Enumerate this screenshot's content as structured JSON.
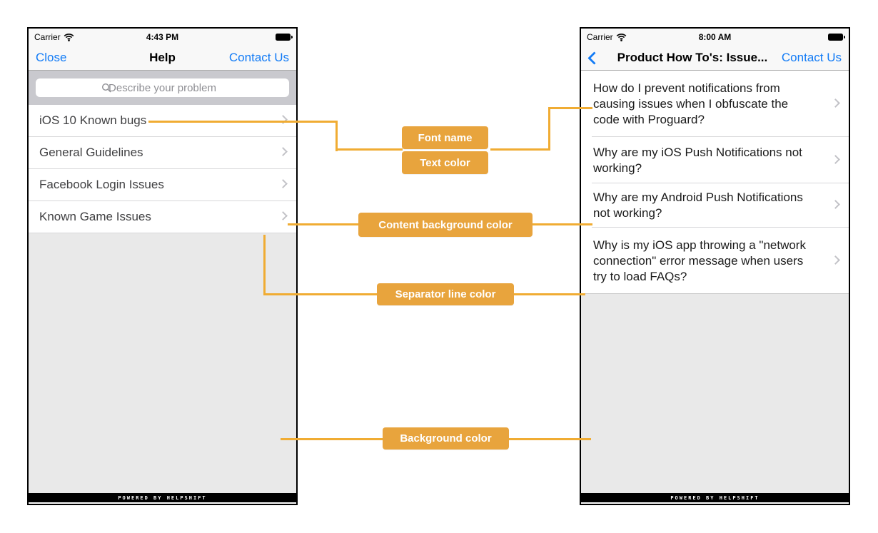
{
  "colors": {
    "accent_blue": "#127BF6",
    "annotation_button_bg": "#E8A43D",
    "connector_line": "#F0AC33",
    "chrome_bg": "#F8F8F8",
    "search_section_bg": "#C9C9CE",
    "content_bg": "#FFFFFF",
    "screen_bg": "#E9E9E9",
    "separator": "#D8D8DA",
    "left_item_text": "#3F3F41",
    "right_item_text": "#1B1B1B",
    "placeholder_text": "#8E8E93",
    "footer_bg": "#000000"
  },
  "annotations": {
    "font_name": "Font name",
    "text_color": "Text color",
    "content_background": "Content background color",
    "separator_line": "Separator line color",
    "background": "Background color"
  },
  "icons": {
    "wifi": "wifi-signal",
    "battery": "battery-full",
    "search": "magnifier",
    "row_chevron": "chevron-right",
    "back": "chevron-left"
  },
  "left_phone": {
    "status": {
      "carrier": "Carrier",
      "time": "4:43 PM"
    },
    "nav": {
      "close": "Close",
      "title": "Help",
      "contact": "Contact Us"
    },
    "search_placeholder": "Describe your problem",
    "items": [
      "iOS 10 Known bugs",
      "General Guidelines",
      "Facebook Login Issues",
      "Known Game Issues"
    ],
    "footer": "POWERED BY HELPSHIFT"
  },
  "right_phone": {
    "status": {
      "carrier": "Carrier",
      "time": "8:00 AM"
    },
    "nav": {
      "title": "Product How To's: Issue...",
      "contact": "Contact Us"
    },
    "items": [
      "How do I prevent notifications from causing issues when I obfuscate the code with Proguard?",
      "Why are my iOS Push Notifications not working?",
      "Why are my Android Push Notifications not working?",
      "Why is my iOS app throwing a \"network connection\" error message when users try to load FAQs?"
    ],
    "footer": "POWERED BY HELPSHIFT"
  }
}
